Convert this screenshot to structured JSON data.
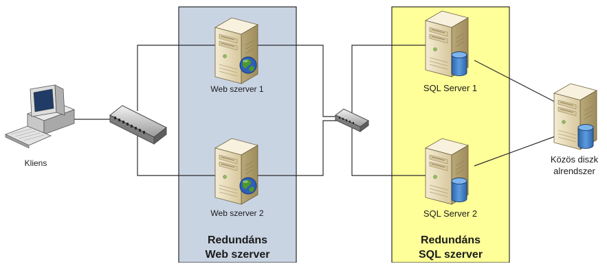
{
  "zones": {
    "web": {
      "title_line1": "Redundáns",
      "title_line2": "Web szerver",
      "fill": "#c9d4e3"
    },
    "sql": {
      "title_line1": "Redundáns",
      "title_line2": "SQL szerver",
      "fill": "#ffff99"
    }
  },
  "nodes": {
    "client": {
      "label": "Kliens"
    },
    "web1": {
      "label": "Web szerver 1"
    },
    "web2": {
      "label": "Web szerver 2"
    },
    "sql1": {
      "label": "SQL Server 1"
    },
    "sql2": {
      "label": "SQL Server 2"
    },
    "storage": {
      "label_line1": "Közös diszk",
      "label_line2": "alrendszer"
    }
  },
  "colors": {
    "line": "#2b2b2b",
    "server_body": "#ede3c6",
    "server_shade": "#c9b98e",
    "disk": "#3d7ac0",
    "globe_blue": "#2e5fb8",
    "globe_green": "#4c9a2a"
  }
}
